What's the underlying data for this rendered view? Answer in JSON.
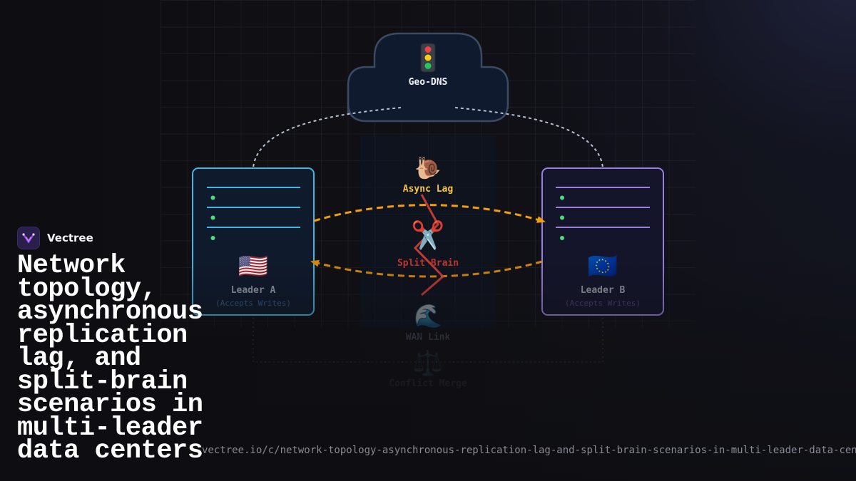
{
  "brand": {
    "name": "Vectree"
  },
  "headline": "Network topology, asynchronous replication lag, and split-brain scenarios in multi-leader data centers",
  "url": "vectree.io/c/network-topology-asynchronous-replication-lag-and-split-brain-scenarios-in-multi-leader-data-centers",
  "diagram": {
    "dns": {
      "label": "Geo-DNS",
      "icon": "traffic-light-icon"
    },
    "leader_a": {
      "title": "Leader A",
      "subtitle": "(Accepts Writes)",
      "flag": "🇺🇸",
      "color": "#3fb6e6"
    },
    "leader_b": {
      "title": "Leader B",
      "subtitle": "(Accepts Writes)",
      "flag": "🇪🇺",
      "color": "#9a7fe0"
    },
    "async_lag": {
      "label": "Async Lag",
      "icon": "🐌",
      "color": "#f5c542"
    },
    "split_brain": {
      "label": "Split Brain",
      "icon": "✂️",
      "color": "#e0433a"
    },
    "wan_link": {
      "label": "WAN Link",
      "icon": "🌊"
    },
    "conflict_merge": {
      "label": "Conflict Merge",
      "icon": "⚖️"
    },
    "colors": {
      "replication_arrow": "#f59e0b",
      "dns_link": "#b8c0d0",
      "status_dot": "#4ade80",
      "cloud_fill": "#0f1a2e",
      "cloud_stroke": "#3a4a63"
    }
  }
}
